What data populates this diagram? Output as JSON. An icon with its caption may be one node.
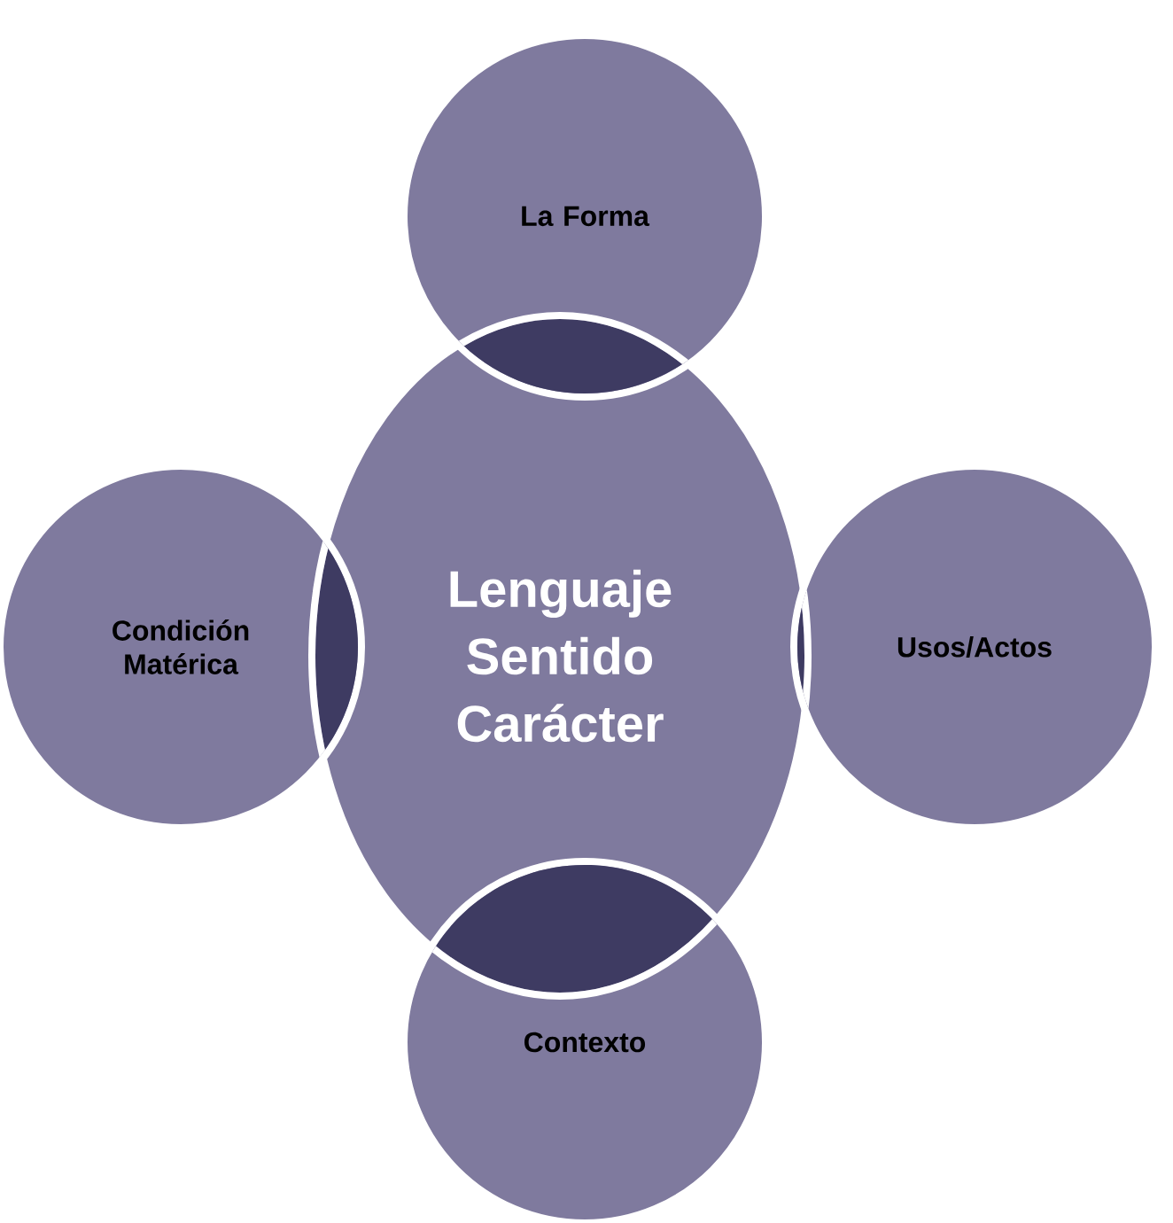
{
  "diagram": {
    "nodes": [
      {
        "text": [
          "Lenguaje",
          "Sentido",
          "Carácter"
        ]
      },
      {
        "text": [
          "La Forma"
        ]
      },
      {
        "text": [
          "Condición Matérica"
        ]
      },
      {
        "text": [
          "Usos/Actos"
        ]
      },
      {
        "text": [
          "Contexto"
        ]
      }
    ]
  }
}
